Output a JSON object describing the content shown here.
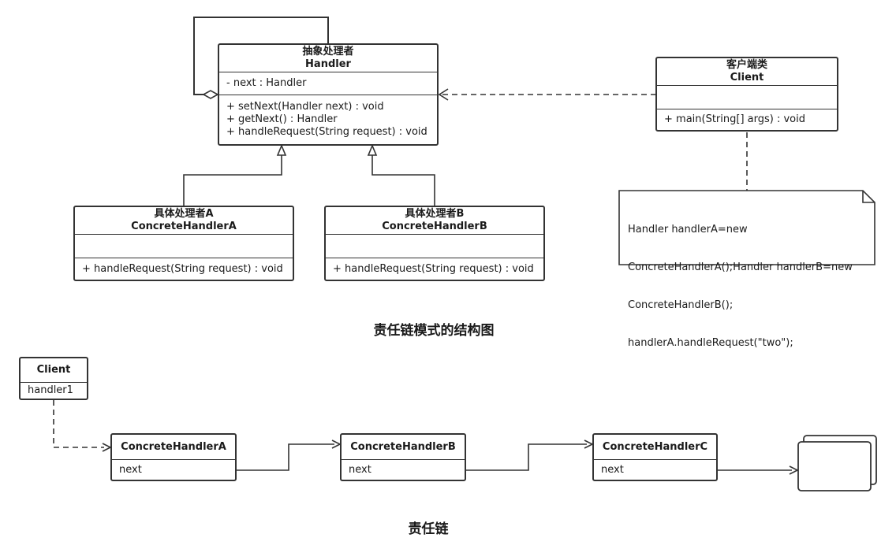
{
  "structure": {
    "handler": {
      "stereotype": "抽象处理者",
      "name": "Handler",
      "attributes": [
        "- next : Handler"
      ],
      "methods": [
        "+ setNext(Handler next) : void",
        "+ getNext() : Handler",
        "+ handleRequest(String request) : void"
      ]
    },
    "client": {
      "stereotype": "客户端类",
      "name": "Client",
      "methods": [
        "+ main(String[] args) : void"
      ]
    },
    "concrete_a": {
      "stereotype": "具体处理者A",
      "name": "ConcreteHandlerA",
      "methods": [
        "+ handleRequest(String request) : void"
      ]
    },
    "concrete_b": {
      "stereotype": "具体处理者B",
      "name": "ConcreteHandlerB",
      "methods": [
        "+ handleRequest(String request) : void"
      ]
    },
    "note_lines": [
      "Handler handlerA=new",
      "ConcreteHandlerA();Handler handlerB=new",
      "ConcreteHandlerB();",
      "handlerA.handleRequest(\"two\");"
    ],
    "caption": "责任链模式的结构图"
  },
  "chain": {
    "client": {
      "name": "Client",
      "field": "handler1"
    },
    "nodes": [
      {
        "name": "ConcreteHandlerA",
        "field": "next"
      },
      {
        "name": "ConcreteHandlerB",
        "field": "next"
      },
      {
        "name": "ConcreteHandlerC",
        "field": "next"
      }
    ],
    "caption": "责任链"
  }
}
